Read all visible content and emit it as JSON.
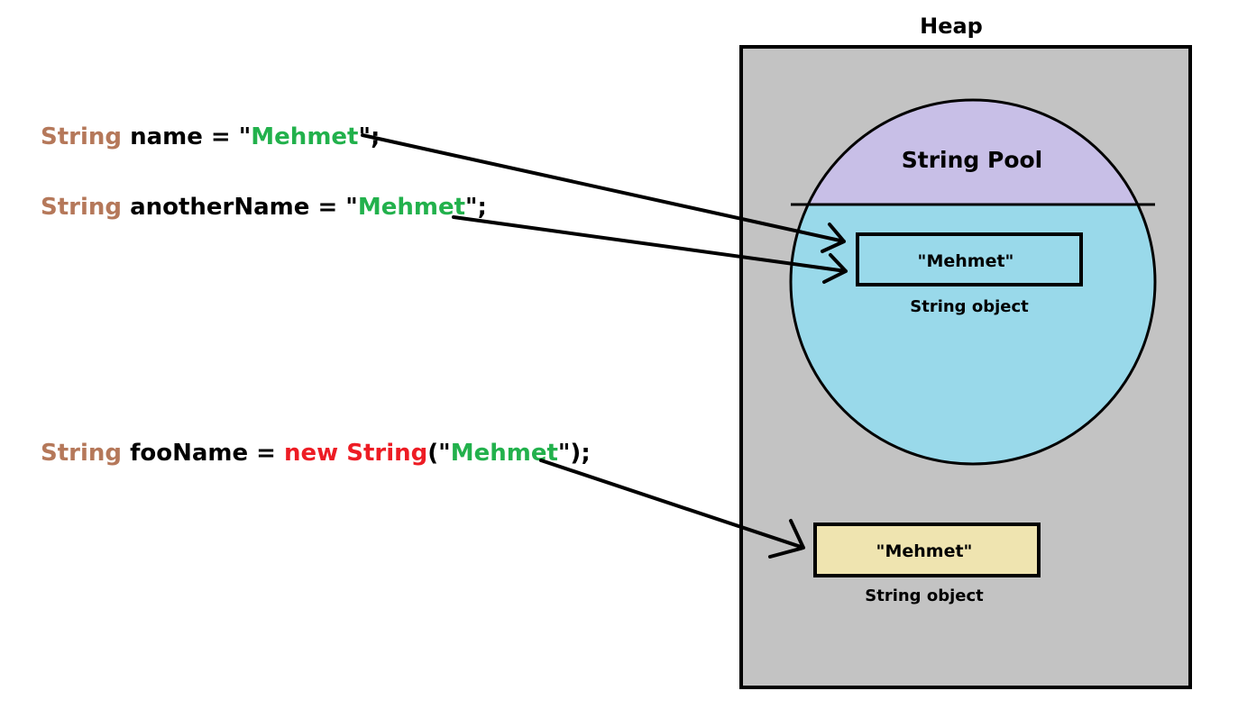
{
  "colors": {
    "type": "#b5785a",
    "plain": "#000000",
    "literal": "#22b14c",
    "keyword": "#ed1c24",
    "heap_bg": "#c3c3c3",
    "pool_header": "#c8bfe7",
    "pool_body": "#99d9ea",
    "heap_object": "#efe4b0"
  },
  "code_lines": [
    {
      "tokens": [
        {
          "text": "String",
          "color_role": "type"
        },
        {
          "text": " name = \"",
          "color_role": "plain"
        },
        {
          "text": "Mehmet",
          "color_role": "literal"
        },
        {
          "text": "\";",
          "color_role": "plain"
        }
      ]
    },
    {
      "tokens": [
        {
          "text": "String",
          "color_role": "type"
        },
        {
          "text": " anotherName = \"",
          "color_role": "plain"
        },
        {
          "text": "Mehmet",
          "color_role": "literal"
        },
        {
          "text": "\";",
          "color_role": "plain"
        }
      ]
    },
    {
      "tokens": [
        {
          "text": "String",
          "color_role": "type"
        },
        {
          "text": " fooName = ",
          "color_role": "plain"
        },
        {
          "text": "new",
          "color_role": "keyword"
        },
        {
          "text": " ",
          "color_role": "plain"
        },
        {
          "text": "String",
          "color_role": "keyword"
        },
        {
          "text": "(\"",
          "color_role": "plain"
        },
        {
          "text": "Mehmet",
          "color_role": "literal"
        },
        {
          "text": "\");",
          "color_role": "plain"
        }
      ]
    }
  ],
  "heap": {
    "title": "Heap",
    "string_pool": {
      "title": "String Pool",
      "object": {
        "value": "\"Mehmet\"",
        "label": "String object"
      }
    },
    "heap_object": {
      "value": "\"Mehmet\"",
      "label": "String object"
    }
  }
}
